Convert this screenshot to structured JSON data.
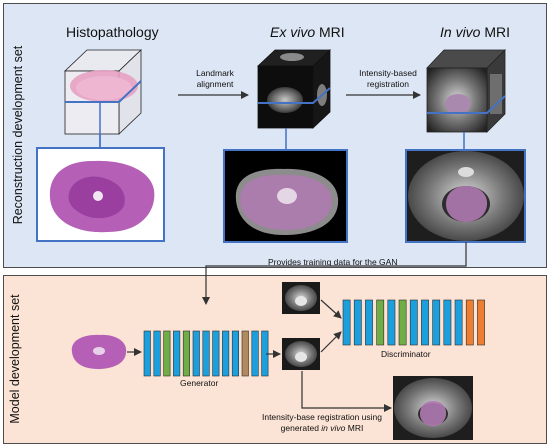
{
  "panels": {
    "reconstruction": {
      "label": "Reconstruction development set",
      "bg": "#dde6f5"
    },
    "model": {
      "label": "Model development set",
      "bg": "#fbe3d5"
    }
  },
  "titles": {
    "histopathology": "Histopathology",
    "exvivo_em": "Ex vivo",
    "exvivo_rest": "MRI",
    "invivo_em": "In vivo",
    "invivo_rest": "MRI"
  },
  "arrows": {
    "landmark_1": "Landmark",
    "landmark_2": "alignment",
    "intensity_1": "Intensity-based",
    "intensity_2": "registration",
    "training": "Provides training data for the GAN"
  },
  "labels": {
    "generator": "Generator",
    "discriminator": "Discriminator",
    "reg_line1": "Intensity-base registration using",
    "reg_line2_pre": "generated ",
    "reg_line2_em": "in vivo",
    "reg_line2_post": " MRI"
  },
  "colors": {
    "frame_blue": "#4472c4",
    "block_blue": "#1ca0dd",
    "block_green": "#70ad47",
    "block_brown": "#b08a5e",
    "block_orange": "#ed7d31",
    "tissue": "#b560b6"
  },
  "icons": {
    "histology_cube": "cube-wireframe",
    "mri_cube": "cube-dark",
    "arrow": "arrow-right"
  },
  "networks": {
    "generator_blocks": [
      "blue",
      "blue",
      "green",
      "blue",
      "green",
      "blue",
      "blue",
      "blue",
      "blue",
      "blue",
      "brown",
      "blue",
      "blue"
    ],
    "discriminator_blocks": [
      "blue",
      "blue",
      "blue",
      "green",
      "blue",
      "green",
      "blue",
      "blue",
      "blue",
      "blue",
      "blue",
      "orange",
      "orange"
    ]
  }
}
